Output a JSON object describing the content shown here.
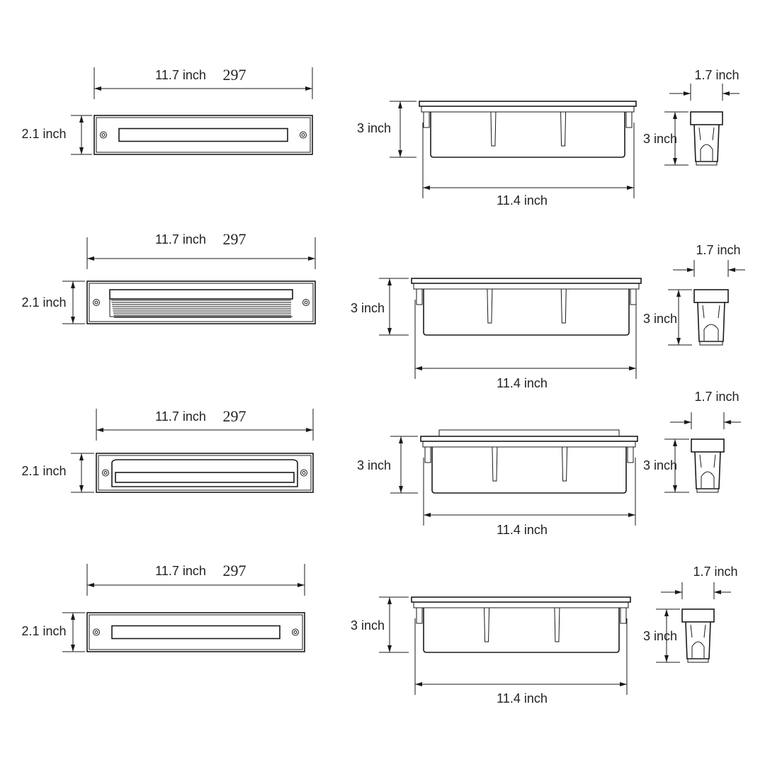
{
  "rows": [
    {
      "plate_type": "slot",
      "length_label": "11.7 inch",
      "length_mm": "297",
      "plate_height_label": "2.1 inch",
      "side_height_label": "3 inch",
      "side_width_label": "11.4 inch",
      "end_width_label": "1.7 inch",
      "end_height_label": "3 inch"
    },
    {
      "plate_type": "louvered",
      "length_label": "11.7 inch",
      "length_mm": "297",
      "plate_height_label": "2.1 inch",
      "side_height_label": "3 inch",
      "side_width_label": "11.4 inch",
      "end_width_label": "1.7 inch",
      "end_height_label": "3 inch"
    },
    {
      "plate_type": "hooded",
      "length_label": "11.7 inch",
      "length_mm": "297",
      "plate_height_label": "2.1 inch",
      "side_height_label": "3 inch",
      "side_width_label": "11.4 inch",
      "end_width_label": "1.7 inch",
      "end_height_label": "3 inch"
    },
    {
      "plate_type": "slot",
      "length_label": "11.7 inch",
      "length_mm": "297",
      "plate_height_label": "2.1 inch",
      "side_height_label": "3 inch",
      "side_width_label": "11.4 inch",
      "end_width_label": "1.7 inch",
      "end_height_label": "3 inch"
    }
  ],
  "colors": {
    "line": "#1a1a1a",
    "background": "#ffffff"
  }
}
